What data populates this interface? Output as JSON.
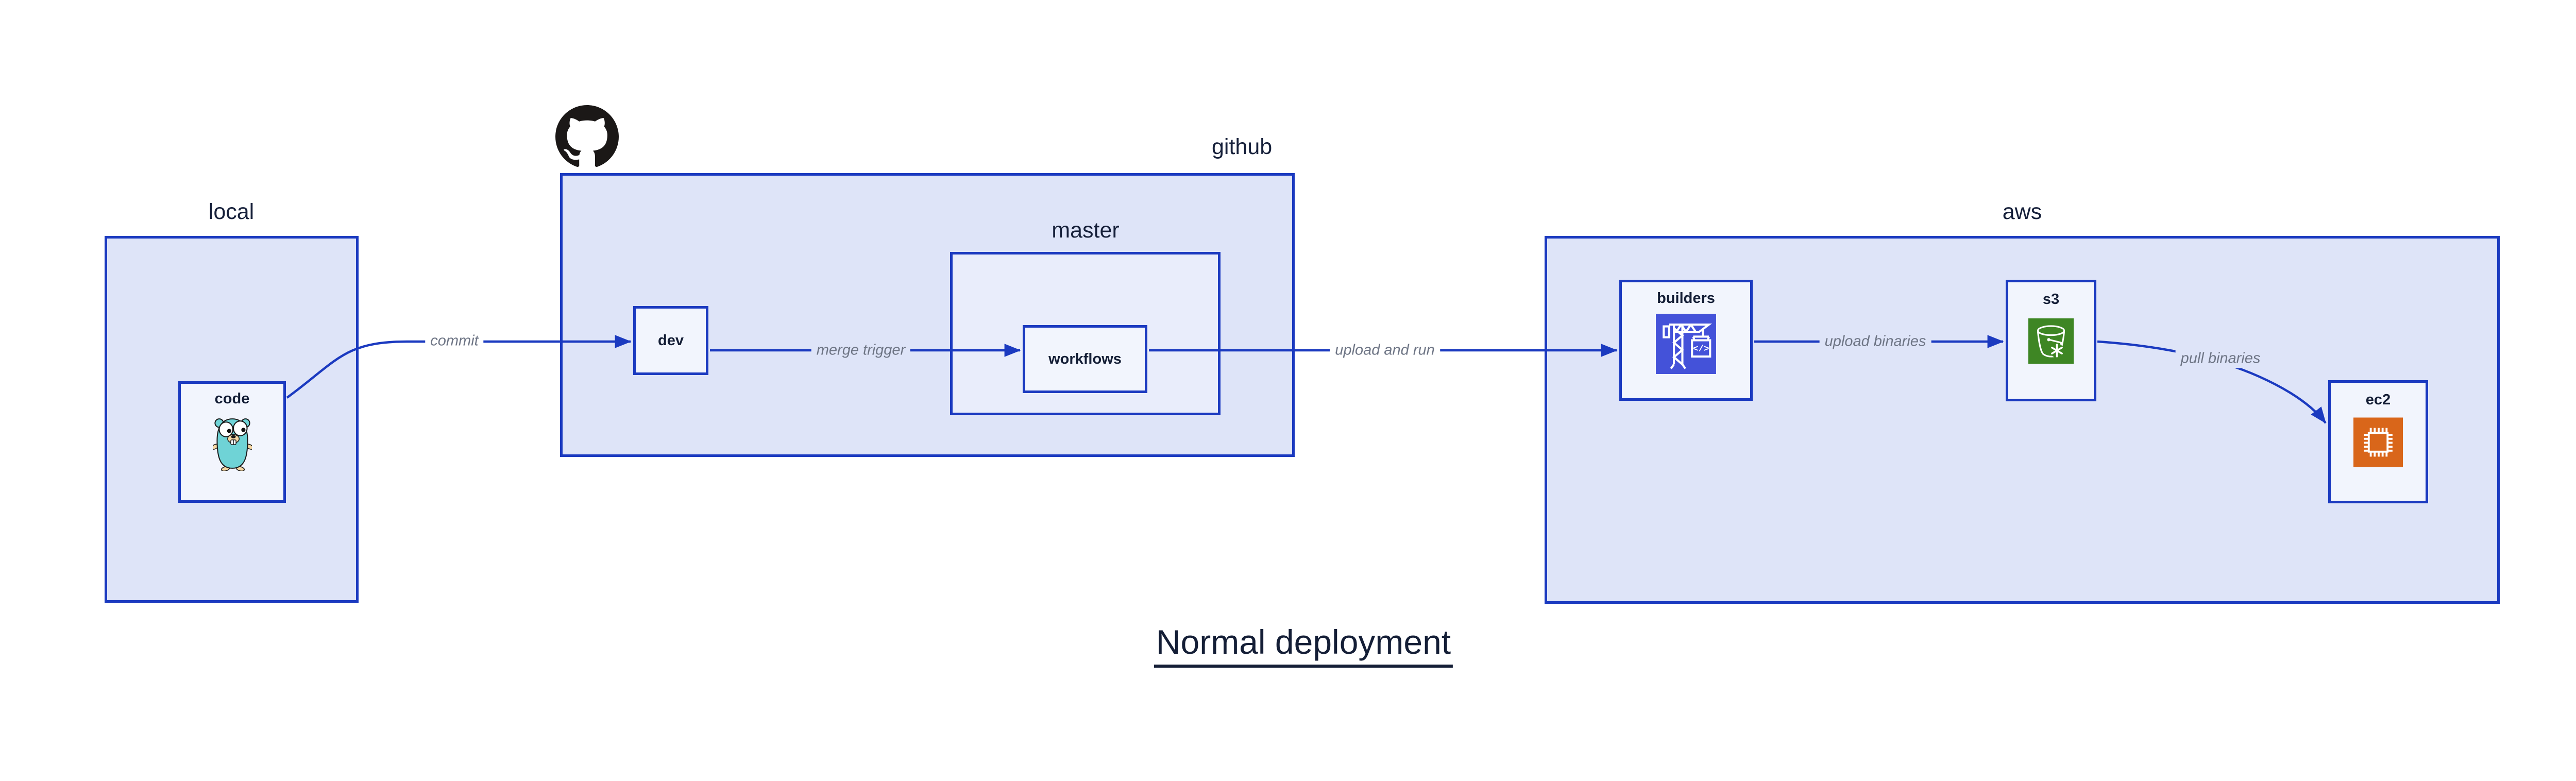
{
  "title": "Normal deployment",
  "clusters": {
    "local": {
      "label": "local"
    },
    "github": {
      "label": "github"
    },
    "master": {
      "label": "master"
    },
    "aws": {
      "label": "aws"
    }
  },
  "nodes": {
    "code": {
      "label": "code",
      "icon": "go-gopher-icon"
    },
    "dev": {
      "label": "dev"
    },
    "workflows": {
      "label": "workflows"
    },
    "builders": {
      "label": "builders",
      "icon": "codebuild-crane-icon"
    },
    "s3": {
      "label": "s3",
      "icon": "s3-bucket-icon"
    },
    "ec2": {
      "label": "ec2",
      "icon": "ec2-chip-icon"
    }
  },
  "edges": {
    "commit": {
      "label": "commit"
    },
    "merge_trigger": {
      "label": "merge trigger"
    },
    "upload_and_run": {
      "label": "upload and run"
    },
    "upload_binaries": {
      "label": "upload binaries"
    },
    "pull_binaries": {
      "label": "pull binaries"
    }
  },
  "colors": {
    "accent_blue": "#1B3AC0",
    "cluster_fill": "#DEE4F8",
    "nested_cluster_fill": "#E9EDFB",
    "node_fill": "#F2F5FD",
    "text_dark": "#141E36",
    "edge_label_gray": "#6E7585",
    "github_black": "#1B1817",
    "gopher_teal": "#6FD3D6",
    "codebuild_indigo": "#4452D9",
    "s3_green": "#3E8624",
    "ec2_orange": "#D9661A"
  }
}
